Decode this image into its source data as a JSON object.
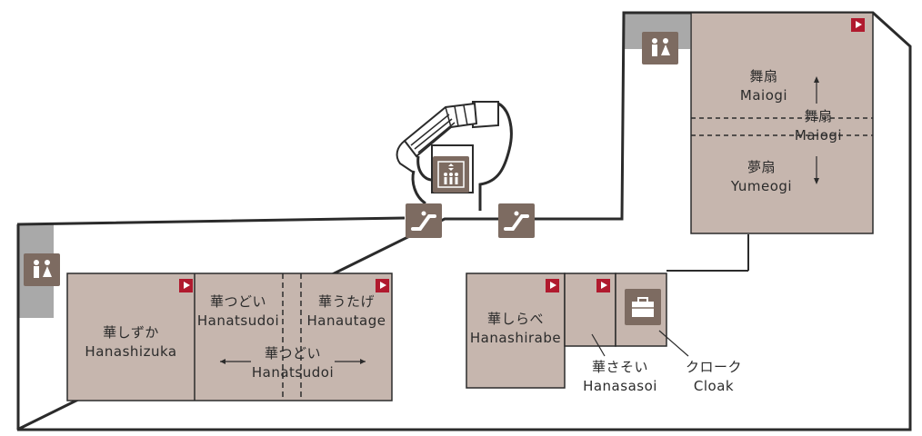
{
  "rooms": {
    "maiogi_north": {
      "jp": "舞扇",
      "en": "Maiogi"
    },
    "maiogi_full": {
      "jp": "舞扇",
      "en": "Maiogi"
    },
    "yumeogi": {
      "jp": "夢扇",
      "en": "Yumeogi"
    },
    "hanashizuka": {
      "jp": "華しずか",
      "en": "Hanashizuka"
    },
    "hanatsudoi_west": {
      "jp": "華つどい",
      "en": "Hanatsudoi"
    },
    "hanautage": {
      "jp": "華うたげ",
      "en": "Hanautage"
    },
    "hanatsudoi_full": {
      "jp": "華つどい",
      "en": "Hanatsudoi"
    },
    "hanashirabe": {
      "jp": "華しらべ",
      "en": "Hanashirabe"
    },
    "hanasasoi": {
      "jp": "華さそい",
      "en": "Hanasasoi"
    }
  },
  "facilities": {
    "cloak": {
      "jp": "クローク",
      "en": "Cloak"
    },
    "restroom_icon": "restroom-icon",
    "elevator_icon": "elevator-icon",
    "escalator_icon": "escalator-icon",
    "cloak_icon": "briefcase-icon",
    "detail_icon": "play-icon"
  },
  "arrows": {
    "left": "←",
    "right": "→",
    "up": "↑",
    "down": "↓"
  },
  "colors": {
    "room_fill": "#c6b6ae",
    "icon_brown": "#7d6b61",
    "wall": "#2b2b2b",
    "accent_red": "#b01a2e",
    "shaded_gray": "#a9a9a9"
  }
}
